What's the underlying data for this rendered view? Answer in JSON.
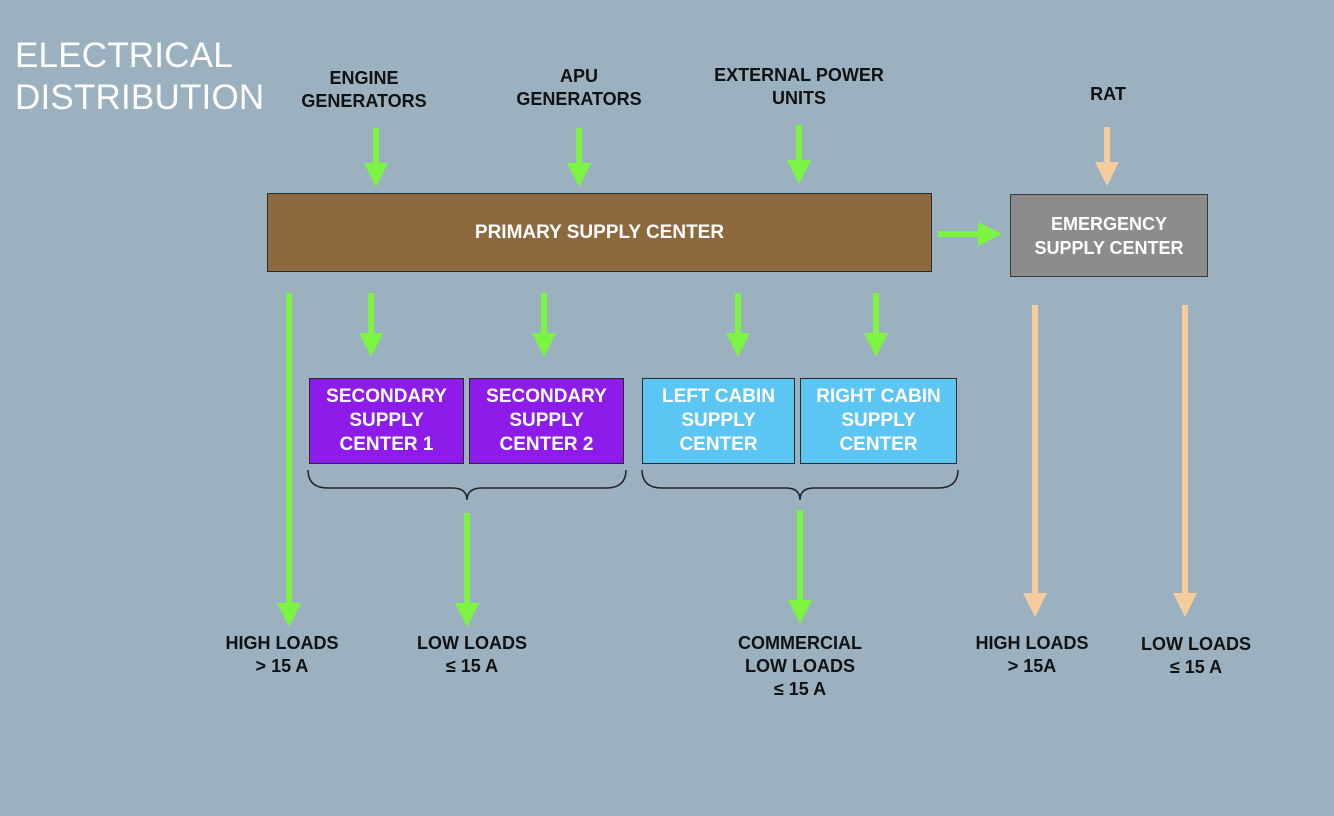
{
  "title": "ELECTRICAL\nDISTRIBUTION",
  "sources": {
    "engine": "ENGINE\nGENERATORS",
    "apu": "APU\nGENERATORS",
    "external": "EXTERNAL POWER\nUNITS",
    "rat": "RAT"
  },
  "boxes": {
    "primary": "PRIMARY SUPPLY CENTER",
    "emergency": "EMERGENCY\nSUPPLY CENTER",
    "secondary1": "SECONDARY\nSUPPLY\nCENTER 1",
    "secondary2": "SECONDARY\nSUPPLY\nCENTER 2",
    "left_cabin": "LEFT CABIN\nSUPPLY\nCENTER",
    "right_cabin": "RIGHT CABIN\nSUPPLY\nCENTER"
  },
  "loads": {
    "high": "HIGH LOADS\n> 15 A",
    "low": "LOW LOADS\n≤ 15 A",
    "commercial": "COMMERCIAL\nLOW LOADS\n≤ 15 A",
    "emergency_high": "HIGH LOADS\n> 15A",
    "emergency_low": "LOW LOADS\n≤ 15 A"
  },
  "colors": {
    "background": "#9bb1bf",
    "normal_arrow": "#7bf542",
    "emergency_arrow": "#f5cc9b",
    "primary_box": "#8e693d",
    "emergency_box": "#8c8c8c",
    "secondary_box": "#8d1bea",
    "cabin_box": "#5bc6f4"
  }
}
